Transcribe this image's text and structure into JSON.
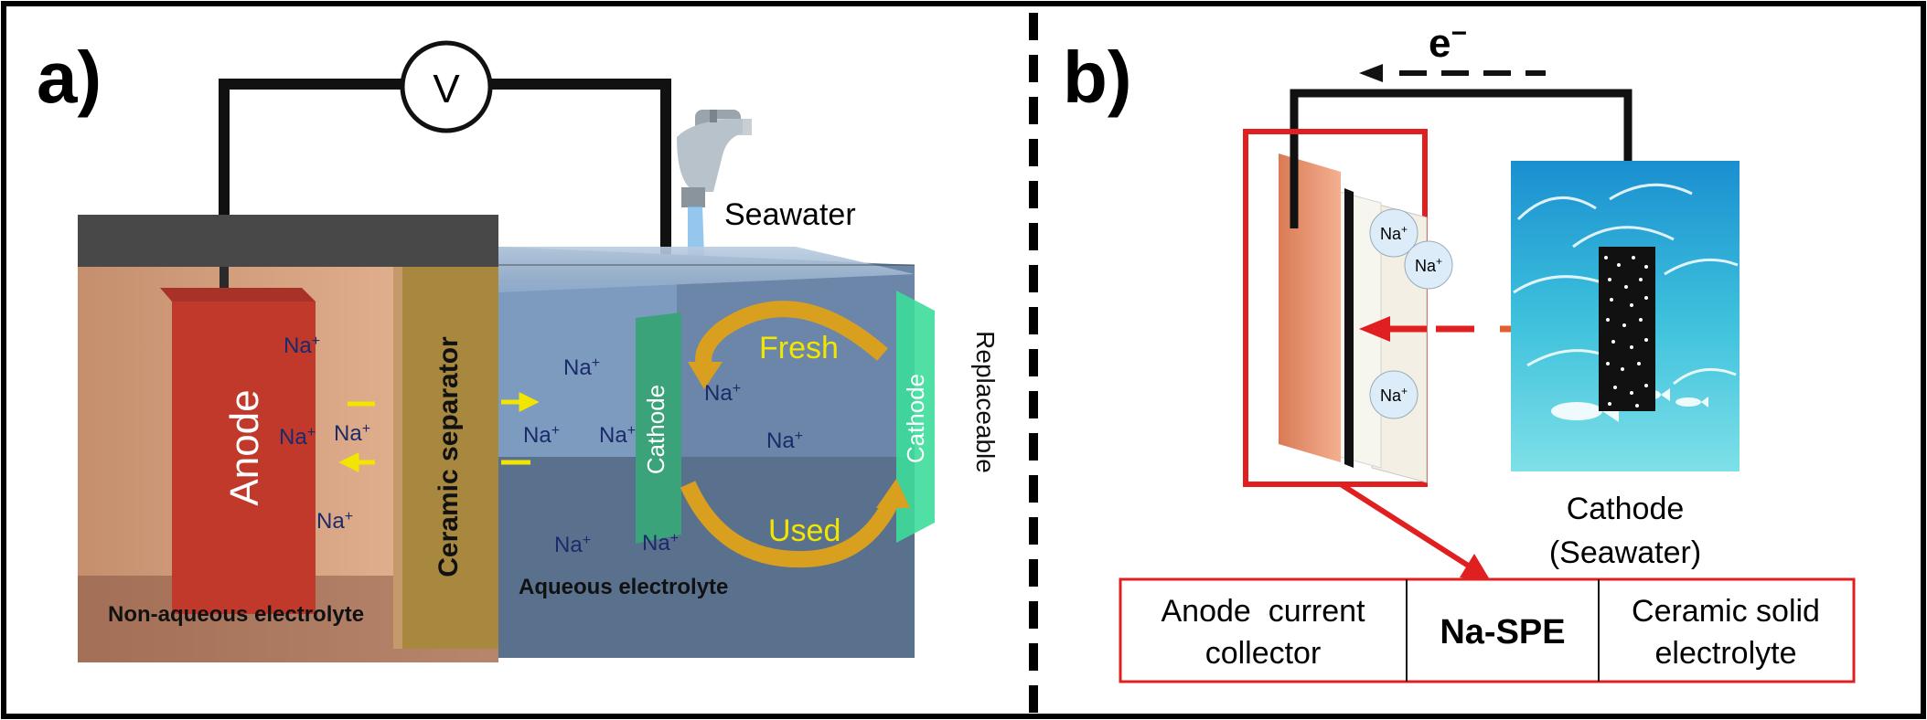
{
  "panel_a": {
    "label": "a)",
    "voltmeter": "V",
    "seawater": "Seawater",
    "anode": "Anode",
    "separator": "Ceramic separator",
    "cathode": "Cathode",
    "replaceable_cathode": "Cathode",
    "replaceable": "Replaceable",
    "fresh": "Fresh",
    "used": "Used",
    "non_aqueous": "Non-aqueous electrolyte",
    "aqueous": "Aqueous electrolyte",
    "ion": "Na",
    "ion_charge": "+"
  },
  "panel_b": {
    "label": "b)",
    "electron": "e",
    "electron_charge": "−",
    "ion": "Na",
    "ion_charge": "+",
    "cathode_line1": "Cathode",
    "cathode_line2": "(Seawater)",
    "table": {
      "col1_line1": "Anode  current",
      "col1_line2": "collector",
      "col2": "Na-SPE",
      "col3_line1": "Ceramic solid",
      "col3_line2": "electrolyte"
    }
  },
  "colors": {
    "anode": "#c0392b",
    "separator": "#a8883f",
    "aqueous": "#6b86a8",
    "cathode": "#3aa37a",
    "replaceable": "#3ddc9a",
    "arrow_gold": "#d9a020",
    "arrow_yellow": "#f2e600",
    "highlight_red": "#e02020",
    "anode_collector": "#f0a080",
    "seawater": "#3fb8d8"
  }
}
